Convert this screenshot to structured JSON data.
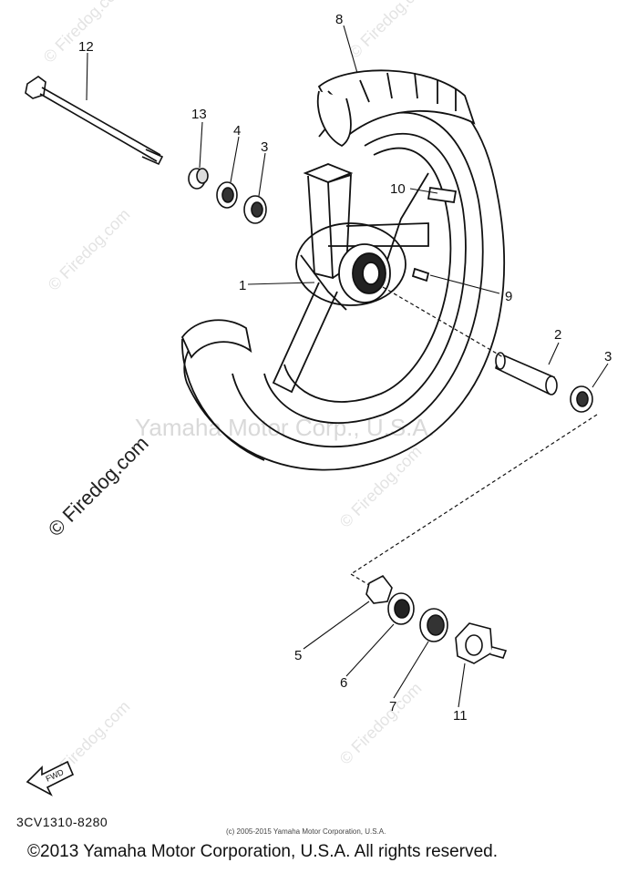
{
  "diagram": {
    "callouts": [
      {
        "id": "8",
        "text": "8"
      },
      {
        "id": "12",
        "text": "12"
      },
      {
        "id": "13",
        "text": "13"
      },
      {
        "id": "4",
        "text": "4"
      },
      {
        "id": "3a",
        "text": "3"
      },
      {
        "id": "10",
        "text": "10"
      },
      {
        "id": "1",
        "text": "1"
      },
      {
        "id": "9",
        "text": "9"
      },
      {
        "id": "2",
        "text": "2"
      },
      {
        "id": "3b",
        "text": "3"
      },
      {
        "id": "5",
        "text": "5"
      },
      {
        "id": "6",
        "text": "6"
      },
      {
        "id": "7",
        "text": "7"
      },
      {
        "id": "11",
        "text": "11"
      }
    ],
    "fwd_label": "FWD",
    "doc_code": "3CV1310-8280",
    "small_copyright": "(c) 2005-2015 Yamaha Motor Corporation, U.S.A.",
    "watermark_center": "Yamaha Motor Corp., U.S.A.",
    "watermark_site": "© Firedog.com"
  },
  "footer": {
    "copyright": "©2013 Yamaha Motor Corporation, U.S.A. All rights reserved."
  }
}
